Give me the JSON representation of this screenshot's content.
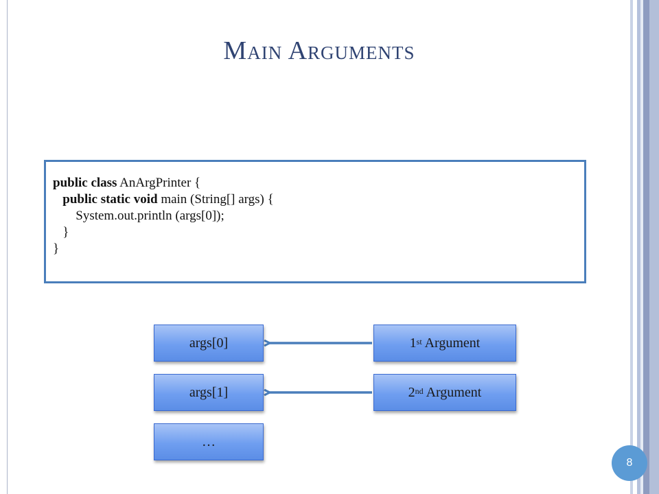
{
  "slide": {
    "title": "Main Arguments",
    "page_number": "8"
  },
  "code": {
    "line1": {
      "kw": "public class",
      "text": " AnArgPrinter {"
    },
    "line2": {
      "indent": "   ",
      "kw": "public static void",
      "text": " main (String[] args) {"
    },
    "line3": {
      "text": "       System.out.println (args[0]);"
    },
    "line4": {
      "text": "   }"
    },
    "line5": {
      "text": "}"
    }
  },
  "diagram": {
    "args0": "args[0]",
    "args1": "args[1]",
    "dots": "…",
    "arg1": {
      "num": "1",
      "sup": "st",
      "label": " Argument"
    },
    "arg2": {
      "num": "2",
      "sup": "nd",
      "label": " Argument"
    }
  },
  "colors": {
    "title": "#2f4372",
    "box_border": "#4a7ebb",
    "node_fill": "#6f9ef0",
    "arrow": "#4a7ebb",
    "badge": "#5b9bd5"
  }
}
